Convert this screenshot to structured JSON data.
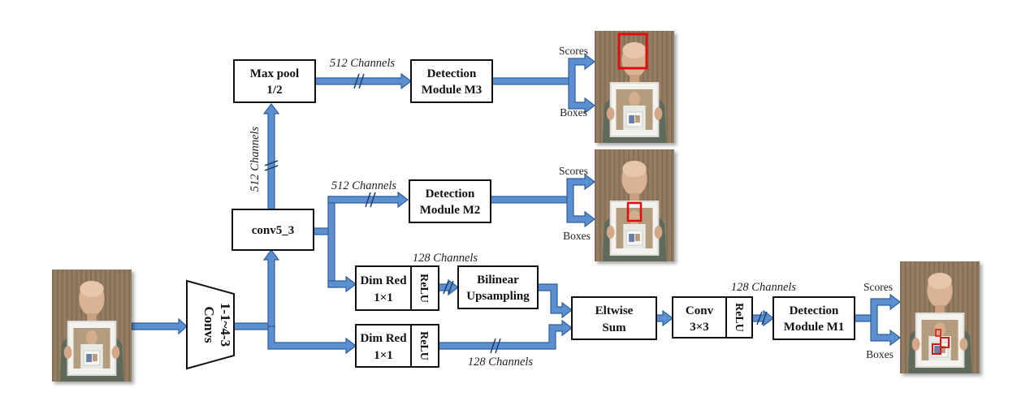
{
  "diagram": {
    "max_pool": [
      "Max pool",
      "1/2"
    ],
    "det_m3": [
      "Detection",
      "Module M3"
    ],
    "det_m2": [
      "Detection",
      "Module M2"
    ],
    "det_m1": [
      "Detection",
      "Module M1"
    ],
    "conv5_3": "conv5_3",
    "convs": [
      "Convs",
      "1-1~4-3"
    ],
    "dimred_top": [
      "Dim Red",
      "1×1"
    ],
    "dimred_bottom": [
      "Dim Red",
      "1×1"
    ],
    "relu": "ReLU",
    "bilinear": [
      "Bilinear",
      "Upsampling"
    ],
    "eltwise": [
      "Eltwise",
      "Sum"
    ],
    "conv3x3": [
      "Conv",
      "3×3"
    ],
    "channel_labels": {
      "m3": "512 Channels",
      "m2": "512 Channels",
      "vertical": "512 Channels",
      "dimred_top": "128 Channels",
      "dimred_bottom": "128 Channels",
      "conv3x3": "128 Channels"
    },
    "outputs": {
      "scores": "Scores",
      "boxes": "Boxes"
    }
  },
  "colors": {
    "pipe": "#5b8fcf",
    "pipe_edge": "#2f5f9c",
    "detection_box": "#e01010"
  },
  "icons": [
    "person-photo-input",
    "person-photo-m3",
    "person-photo-m2",
    "person-photo-m1"
  ]
}
